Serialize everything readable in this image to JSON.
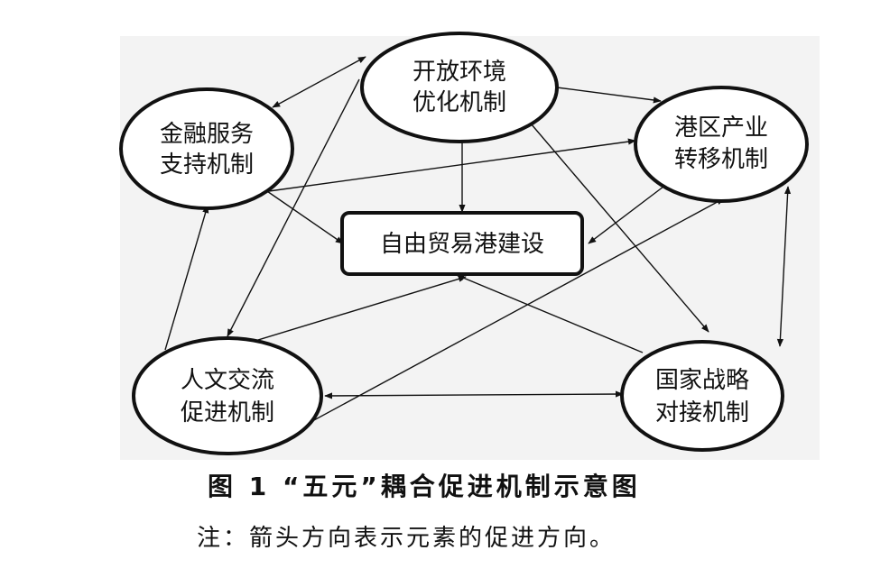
{
  "nodes": {
    "openness": [
      "开放环境",
      "优化机制"
    ],
    "finance": [
      "金融服务",
      "支持机制"
    ],
    "industry": [
      "港区产业",
      "转移机制"
    ],
    "humanities": [
      "人文交流",
      "促进机制"
    ],
    "strategy": [
      "国家战略",
      "对接机制"
    ],
    "center": "自由贸易港建设"
  },
  "caption": "图 1   “五元”耦合促进机制示意图",
  "note": "注：箭头方向表示元素的促进方向。"
}
